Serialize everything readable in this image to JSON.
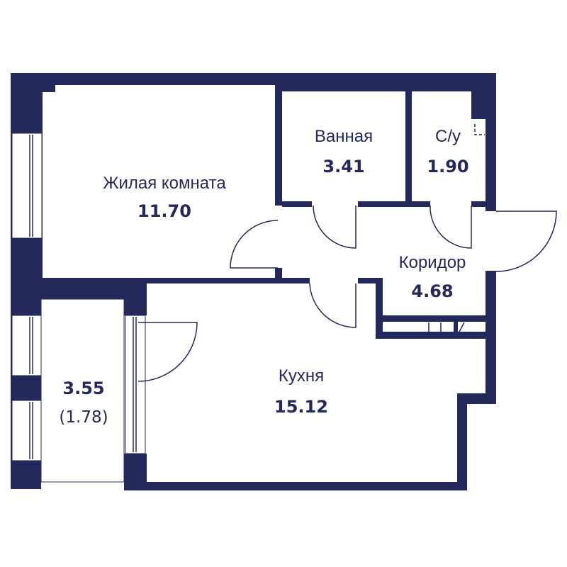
{
  "rooms": {
    "living": {
      "name": "Жилая комната",
      "area": "11.70"
    },
    "bath": {
      "name": "Ванная",
      "area": "3.41"
    },
    "wc": {
      "name": "С/у",
      "area": "1.90"
    },
    "corridor": {
      "name": "Коридор",
      "area": "4.68"
    },
    "kitchen": {
      "name": "Кухня",
      "area": "15.12"
    },
    "balcony": {
      "area": "3.55",
      "reduced_area": "(1.78)"
    }
  },
  "colors": {
    "wall": "#23295b",
    "background": "#ffffff"
  }
}
